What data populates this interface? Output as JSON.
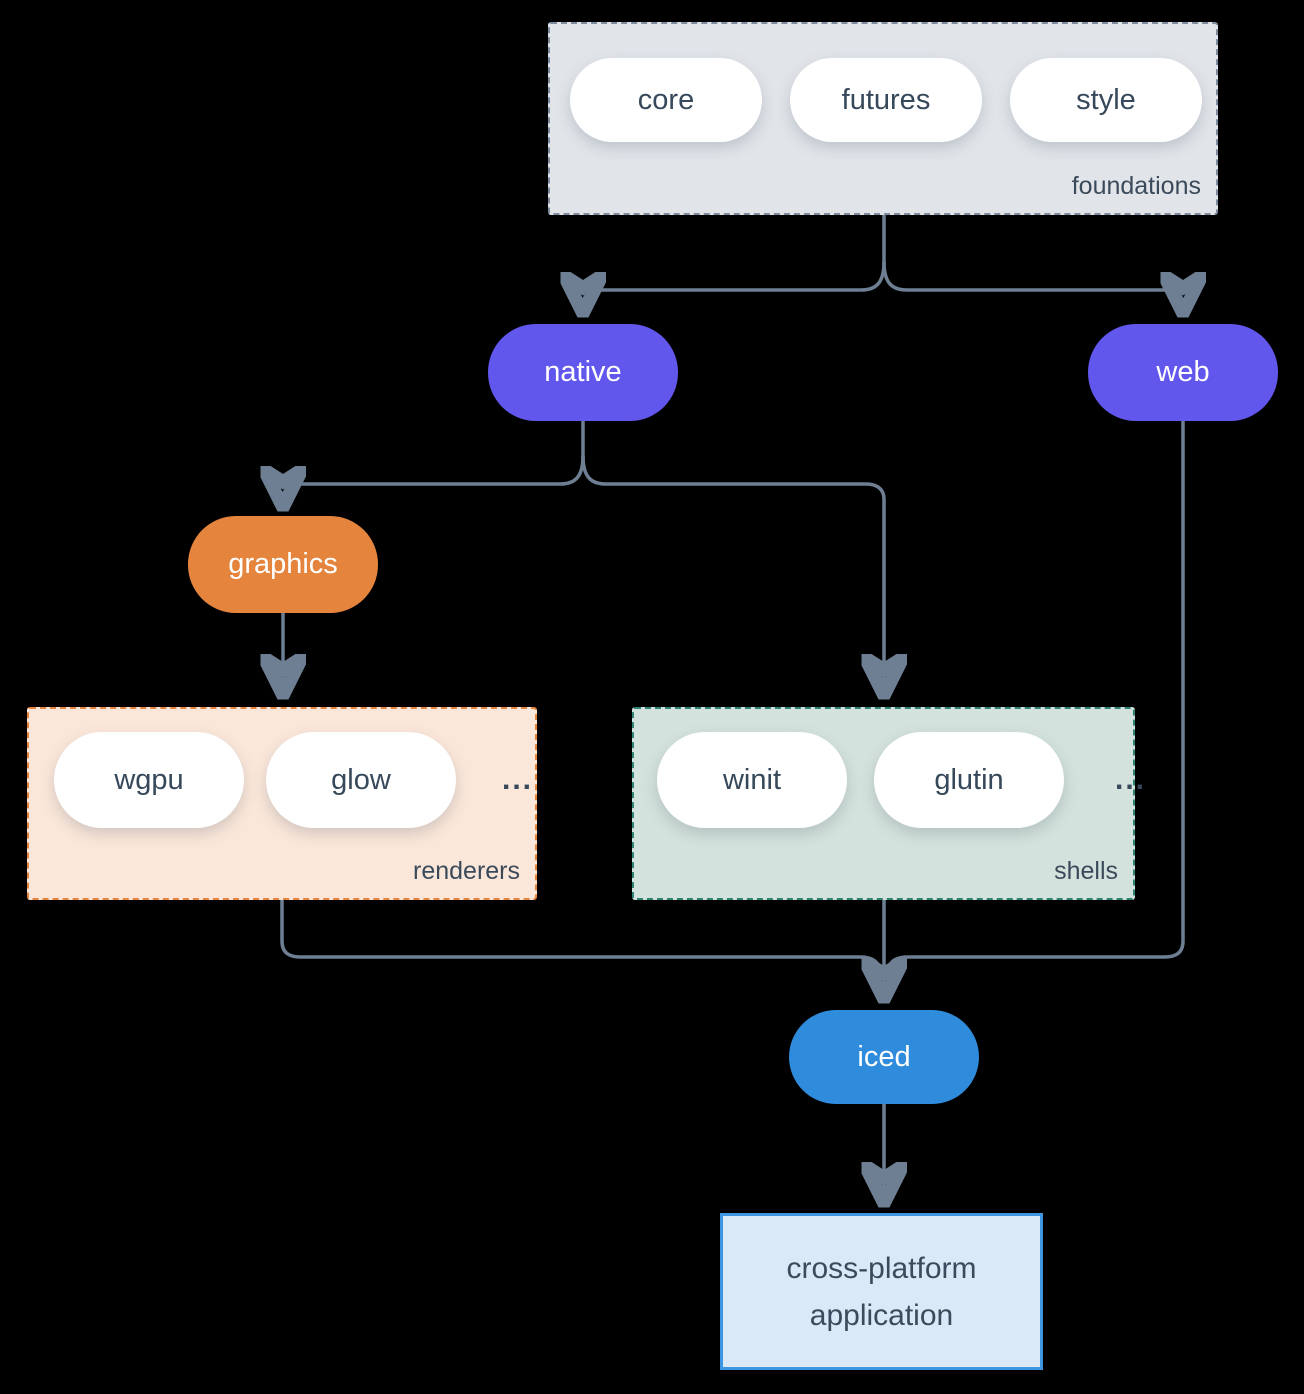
{
  "diagram": {
    "background_color": "#000000",
    "line_color": "#6e7f94",
    "groups": {
      "foundations": {
        "label": "foundations",
        "pills": [
          "core",
          "futures",
          "style"
        ],
        "bg_color": "#e1e5e9",
        "border_color": "#7e8c9f"
      },
      "renderers": {
        "label": "renderers",
        "pills": [
          "wgpu",
          "glow"
        ],
        "ellipsis": "...",
        "bg_color": "#fbe7d9",
        "border_color": "#e5843d"
      },
      "shells": {
        "label": "shells",
        "pills": [
          "winit",
          "glutin"
        ],
        "ellipsis": "...",
        "bg_color": "#d3e2dc",
        "border_color": "#2f8373"
      }
    },
    "nodes": {
      "native": {
        "label": "native",
        "bg_color": "#6257ec",
        "text_color": "#ffffff"
      },
      "web": {
        "label": "web",
        "bg_color": "#6257ec",
        "text_color": "#ffffff"
      },
      "graphics": {
        "label": "graphics",
        "bg_color": "#e5843d",
        "text_color": "#ffffff"
      },
      "iced": {
        "label": "iced",
        "bg_color": "#2f8cdd",
        "text_color": "#ffffff"
      },
      "application": {
        "label_line1": "cross-platform",
        "label_line2": "application",
        "bg_color": "#d9e9f8",
        "border_color": "#3e96e2",
        "text_color": "#3b4b5d"
      }
    }
  }
}
